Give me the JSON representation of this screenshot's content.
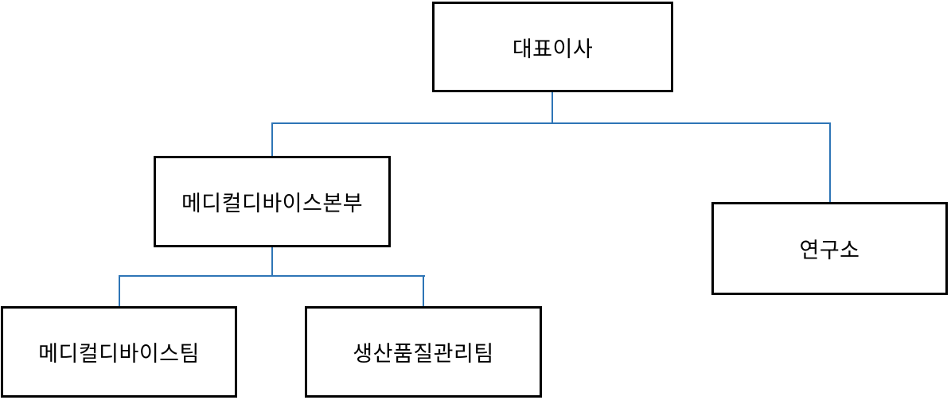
{
  "diagram": {
    "type": "org-chart",
    "line_color": "#2E75B6",
    "box_border_color": "#000000",
    "box_fill_color": "#FFFFFF",
    "text_color": "#000000",
    "nodes": {
      "ceo": {
        "label": "대표이사"
      },
      "division": {
        "label": "메디컬디바이스본부"
      },
      "lab": {
        "label": "연구소"
      },
      "team_medical_device": {
        "label": "메디컬디바이스팀"
      },
      "team_production_quality": {
        "label": "생산품질관리팀"
      }
    },
    "hierarchy": [
      {
        "parent": "대표이사",
        "children": [
          "메디컬디바이스본부",
          "연구소"
        ]
      },
      {
        "parent": "메디컬디바이스본부",
        "children": [
          "메디컬디바이스팀",
          "생산품질관리팀"
        ]
      }
    ]
  }
}
